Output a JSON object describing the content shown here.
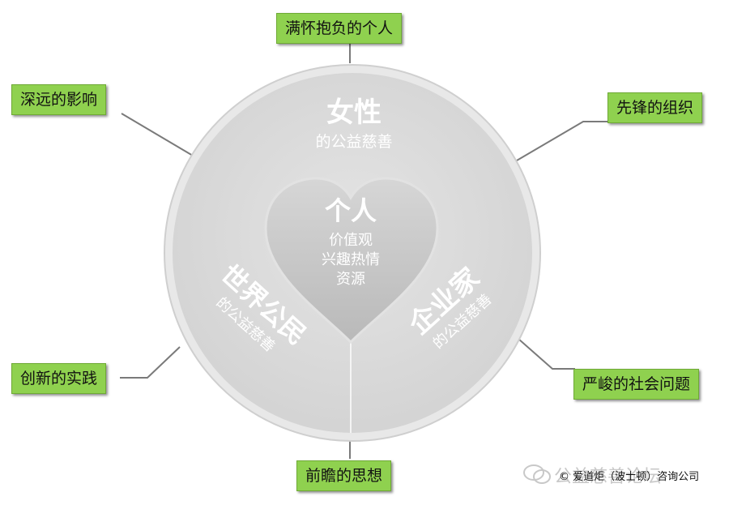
{
  "labels": {
    "top": "满怀抱负的个人",
    "top_left": "深远的影响",
    "top_right": "先锋的组织",
    "bottom_left": "创新的实践",
    "bottom_right": "严峻的社会问题",
    "bottom": "前瞻的思想"
  },
  "circle": {
    "top_title": "女性",
    "top_sub": "的公益慈善",
    "left_title": "世界公民",
    "left_sub": "的公益慈善",
    "right_title": "企业家",
    "right_sub": "的公益慈善"
  },
  "heart": {
    "title": "个人",
    "line1": "价值观",
    "line2": "兴趣热情",
    "line3": "资源"
  },
  "watermark": "公益慈善论坛",
  "copyright": "© 爱道炬（波士顿）咨询公司",
  "colors": {
    "label_fill": "#8fd14f",
    "circle_fill": "#d9d9d9",
    "heart_fill": "#c6c6c6",
    "text": "#ffffff"
  }
}
